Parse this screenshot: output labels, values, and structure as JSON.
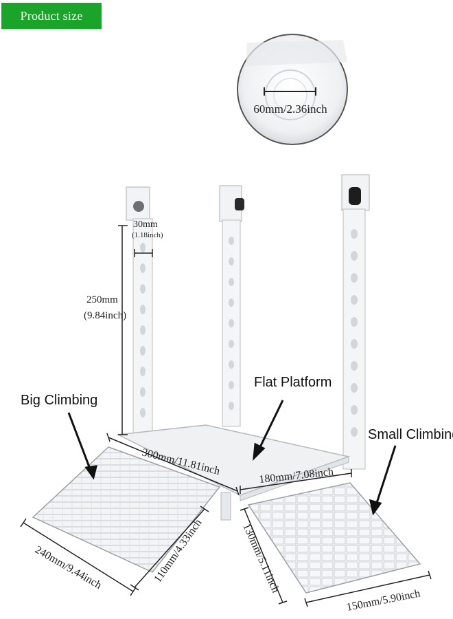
{
  "badge": {
    "label": "Product size"
  },
  "callouts": {
    "big_climbing": "Big Climbing",
    "flat_platform": "Flat Platform",
    "small_climbing": "Small Climbing"
  },
  "dimensions": {
    "suction_diameter": "60mm/2.36inch",
    "post_width_mm": "30mm",
    "post_width_in": "(1.18inch)",
    "post_height_mm": "250mm",
    "post_height_in": "(9.84inch)",
    "platform_long": "300mm/11.81inch",
    "platform_short": "180mm/7.08inch",
    "big_ramp_length": "240mm/9.44inch",
    "big_ramp_width": "110mm/4.33inch",
    "small_ramp_length": "130mm/5.11inch",
    "small_ramp_width": "150mm/5.90inch"
  },
  "colors": {
    "badge": "#1aa52a",
    "acrylic": "#eef0f2",
    "acrylic_edge": "#b9bec4"
  }
}
